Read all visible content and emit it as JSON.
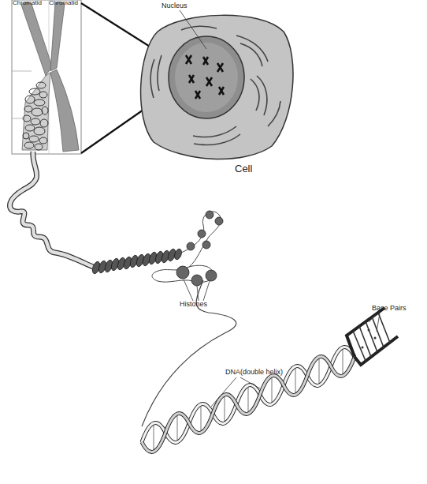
{
  "diagram": {
    "labels": [
      "Chromatid",
      "Chromatid",
      "Nucleus",
      "Cell",
      "Histones",
      "DNA(double helix)",
      "Base Pairs"
    ]
  }
}
